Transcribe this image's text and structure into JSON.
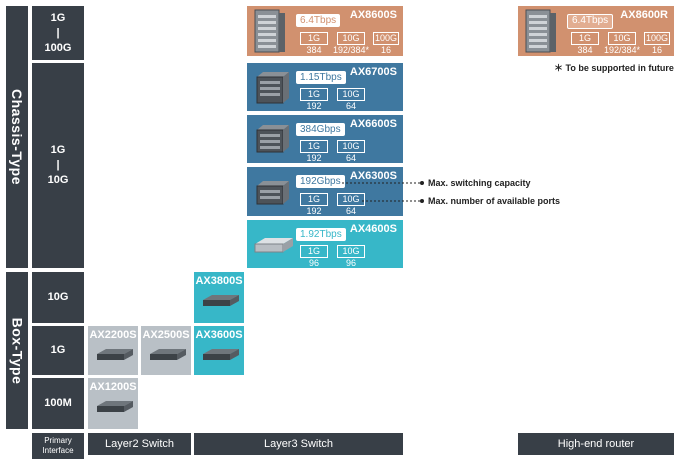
{
  "row_labels": {
    "chassis": "Chassis-Type",
    "box": "Box-Type"
  },
  "speeds": {
    "s1": "1G\n|\n100G",
    "s2": "1G\n|\n10G",
    "s3": "10G",
    "s4": "1G",
    "s5": "100M"
  },
  "models": [
    {
      "name": "AX8600S",
      "capacity": "6.4Tbps",
      "ports": [
        {
          "label": "1G",
          "value": "384"
        },
        {
          "label": "10G",
          "value": "192/384*"
        },
        {
          "label": "100G",
          "value": "16"
        }
      ]
    },
    {
      "name": "AX6700S",
      "capacity": "1.15Tbps",
      "ports": [
        {
          "label": "1G",
          "value": "192"
        },
        {
          "label": "10G",
          "value": "64"
        }
      ]
    },
    {
      "name": "AX6600S",
      "capacity": "384Gbps",
      "ports": [
        {
          "label": "1G",
          "value": "192"
        },
        {
          "label": "10G",
          "value": "64"
        }
      ]
    },
    {
      "name": "AX6300S",
      "capacity": "192Gbps",
      "ports": [
        {
          "label": "1G",
          "value": "192"
        },
        {
          "label": "10G",
          "value": "64"
        }
      ]
    },
    {
      "name": "AX4600S",
      "capacity": "1.92Tbps",
      "ports": [
        {
          "label": "1G",
          "value": "96"
        },
        {
          "label": "10G",
          "value": "96"
        }
      ]
    },
    {
      "name": "AX8600R",
      "capacity": "6.4Tbps",
      "ports": [
        {
          "label": "1G",
          "value": "384"
        },
        {
          "label": "10G",
          "value": "192/384*"
        },
        {
          "label": "100G",
          "value": "16"
        }
      ]
    }
  ],
  "box_models": {
    "ax3800s": "AX3800S",
    "ax3600s": "AX3600S",
    "ax2200s": "AX2200S",
    "ax2500s": "AX2500S",
    "ax1200s": "AX1200S"
  },
  "notes": {
    "future": "＊ To be supported in future",
    "switching": "Max. switching capacity",
    "ports": "Max. number of available ports"
  },
  "bottom": {
    "primary": "Primary\nInterface",
    "layer2": "Layer2 Switch",
    "layer3": "Layer3 Switch",
    "router": "High-end router"
  },
  "colors": {
    "dark": "#383f47",
    "copper": "#d1916f",
    "steel_blue": "#3f78a0",
    "teal": "#37b7c8",
    "gray": "#b9c0c6"
  }
}
